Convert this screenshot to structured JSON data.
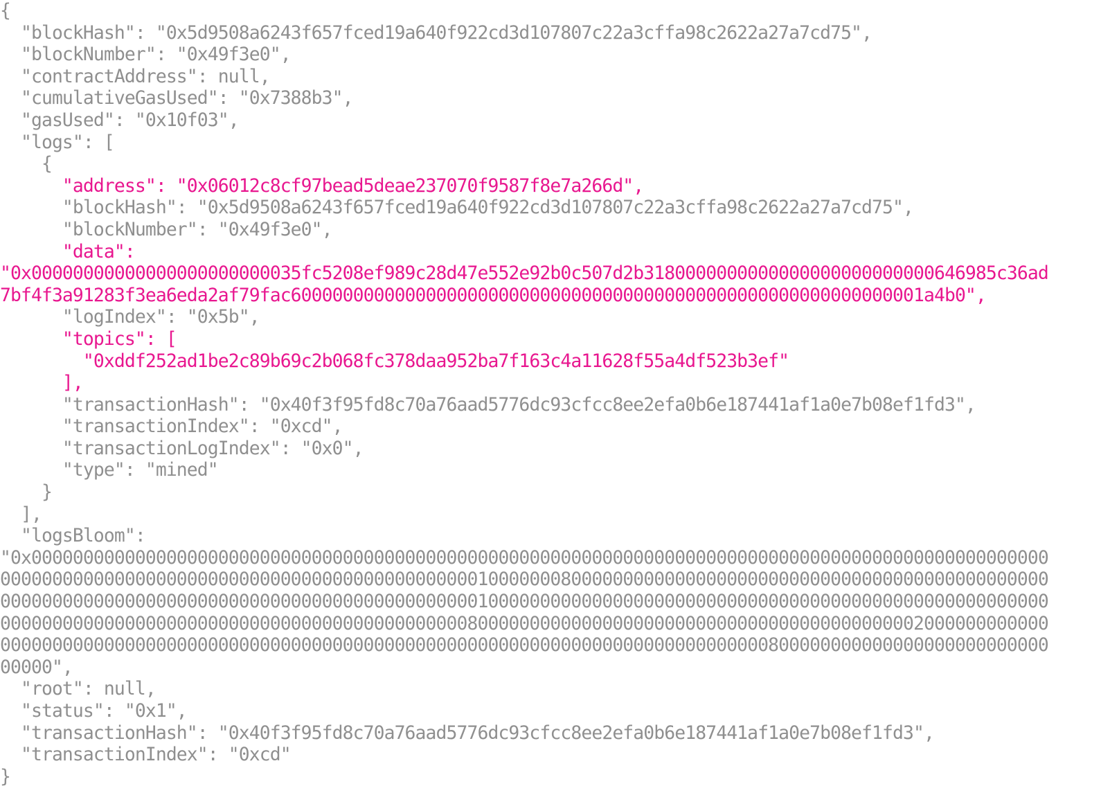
{
  "colors": {
    "text": "#8f8f8f",
    "highlight": "#e8178f",
    "background": "#ffffff"
  },
  "code_lines": [
    {
      "text": "{",
      "highlight": false
    },
    {
      "text": "  \"blockHash\": \"0x5d9508a6243f657fced19a640f922cd3d107807c22a3cffa98c2622a27a7cd75\",",
      "highlight": false
    },
    {
      "text": "  \"blockNumber\": \"0x49f3e0\",",
      "highlight": false
    },
    {
      "text": "  \"contractAddress\": null,",
      "highlight": false
    },
    {
      "text": "  \"cumulativeGasUsed\": \"0x7388b3\",",
      "highlight": false
    },
    {
      "text": "  \"gasUsed\": \"0x10f03\",",
      "highlight": false
    },
    {
      "text": "  \"logs\": [",
      "highlight": false
    },
    {
      "text": "    {",
      "highlight": false
    },
    {
      "text": "      \"address\": \"0x06012c8cf97bead5deae237070f9587f8e7a266d\",",
      "highlight": true
    },
    {
      "text": "      \"blockHash\": \"0x5d9508a6243f657fced19a640f922cd3d107807c22a3cffa98c2622a27a7cd75\",",
      "highlight": false
    },
    {
      "text": "      \"blockNumber\": \"0x49f3e0\",",
      "highlight": false
    },
    {
      "text": "      \"data\":",
      "highlight": true
    },
    {
      "text": "\"0x00000000000000000000000035fc5208ef989c28d47e552e92b0c507d2b3180000000000000000000000000646985c36ad",
      "highlight": true
    },
    {
      "text": "7bf4f3a91283f3ea6eda2af79fac6000000000000000000000000000000000000000000000000000000000001a4b0\",",
      "highlight": true
    },
    {
      "text": "      \"logIndex\": \"0x5b\",",
      "highlight": false
    },
    {
      "text": "      \"topics\": [",
      "highlight": true
    },
    {
      "text": "        \"0xddf252ad1be2c89b69c2b068fc378daa952ba7f163c4a11628f55a4df523b3ef\"",
      "highlight": true
    },
    {
      "text": "      ],",
      "highlight": true
    },
    {
      "text": "      \"transactionHash\": \"0x40f3f95fd8c70a76aad5776dc93cfcc8ee2efa0b6e187441af1a0e7b08ef1fd3\",",
      "highlight": false
    },
    {
      "text": "      \"transactionIndex\": \"0xcd\",",
      "highlight": false
    },
    {
      "text": "      \"transactionLogIndex\": \"0x0\",",
      "highlight": false
    },
    {
      "text": "      \"type\": \"mined\"",
      "highlight": false
    },
    {
      "text": "    }",
      "highlight": false
    },
    {
      "text": "  ],",
      "highlight": false
    },
    {
      "text": "  \"logsBloom\":",
      "highlight": false
    },
    {
      "text": "\"0x00000000000000000000000000000000000000000000000000000000000000000000000000000000000000000000000000",
      "highlight": false
    },
    {
      "text": "00000000000000000000000000000000000000000000001000000080000000000000000000000000000000000000000000000",
      "highlight": false
    },
    {
      "text": "00000000000000000000000000000000000000000000001000000000000000000000000000000000000000000000000000000",
      "highlight": false
    },
    {
      "text": "00000000000000000000000000000000000000000000080000000000000000000000000000000000000000002000000000000",
      "highlight": false
    },
    {
      "text": "00000000000000000000000000000000000000000000000000000000000000000000000000800000000000000000000000000",
      "highlight": false
    },
    {
      "text": "00000\",",
      "highlight": false
    },
    {
      "text": "  \"root\": null,",
      "highlight": false
    },
    {
      "text": "  \"status\": \"0x1\",",
      "highlight": false
    },
    {
      "text": "  \"transactionHash\": \"0x40f3f95fd8c70a76aad5776dc93cfcc8ee2efa0b6e187441af1a0e7b08ef1fd3\",",
      "highlight": false
    },
    {
      "text": "  \"transactionIndex\": \"0xcd\"",
      "highlight": false
    },
    {
      "text": "}",
      "highlight": false
    }
  ]
}
